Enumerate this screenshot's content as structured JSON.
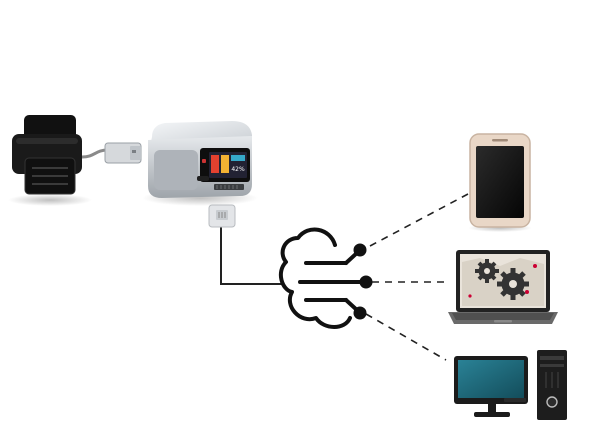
{
  "diagram": {
    "nodes": [
      {
        "id": "printer",
        "label": "",
        "icon": "printer-icon"
      },
      {
        "id": "print-server",
        "label": "",
        "icon": "print-server-box-icon",
        "screen_text": "42%"
      },
      {
        "id": "network-adapter",
        "label": "",
        "icon": "ethernet-adapter-icon"
      },
      {
        "id": "cloud",
        "label": "",
        "icon": "cloud-network-icon"
      },
      {
        "id": "smartphone",
        "label": "",
        "icon": "smartphone-icon"
      },
      {
        "id": "laptop",
        "label": "",
        "icon": "laptop-gears-icon"
      },
      {
        "id": "desktop",
        "label": "",
        "icon": "desktop-computer-icon"
      }
    ],
    "edges": [
      {
        "from": "printer",
        "to": "print-server",
        "style": "usb-cable"
      },
      {
        "from": "network-adapter",
        "to": "cloud",
        "style": "solid"
      },
      {
        "from": "cloud",
        "to": "smartphone",
        "style": "dashed"
      },
      {
        "from": "cloud",
        "to": "laptop",
        "style": "dashed"
      },
      {
        "from": "cloud",
        "to": "desktop",
        "style": "dashed"
      }
    ],
    "colors": {
      "device_dark": "#1a1a1a",
      "server_silver": "#b9bec4",
      "screen_teal": "#1f6f82",
      "link": "#222222"
    }
  }
}
